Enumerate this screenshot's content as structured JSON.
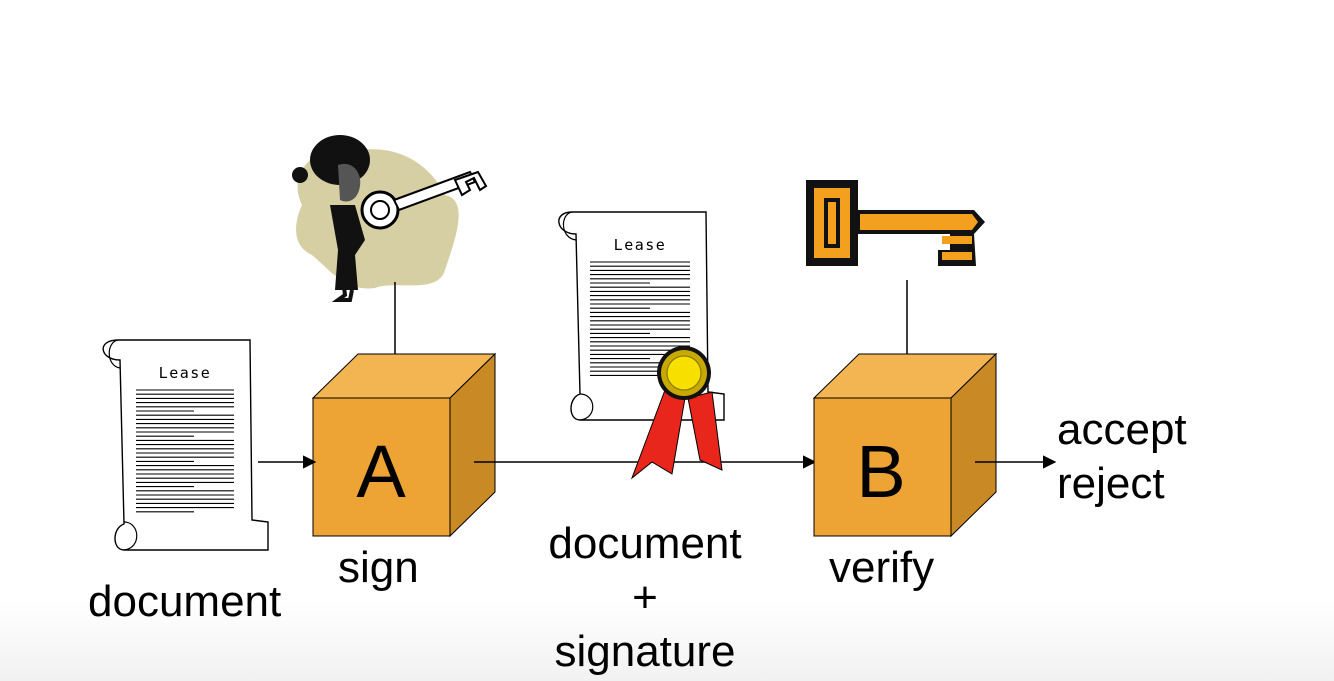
{
  "nodes": {
    "input_document": {
      "label": "document",
      "doc_title": "Lease"
    },
    "sign_box": {
      "letter": "A",
      "label": "sign"
    },
    "signed_document": {
      "doc_title": "Lease",
      "label_line1": "document",
      "label_line2": "+",
      "label_line3": "signature"
    },
    "verify_box": {
      "letter": "B",
      "label": "verify"
    },
    "output": {
      "line1": "accept",
      "line2": "reject"
    }
  },
  "icons": {
    "signer": "person-holding-key-icon",
    "private_key": "silver-key-icon",
    "public_key": "gold-key-icon",
    "seal": "award-ribbon-icon"
  },
  "colors": {
    "box_front": "#EDA435",
    "box_top": "#F2B552",
    "box_side": "#C98A25",
    "gold_key": "#F2A01E",
    "ribbon": "#E8261B",
    "seal": "#F7E000",
    "blob": "#D7CFA4"
  }
}
